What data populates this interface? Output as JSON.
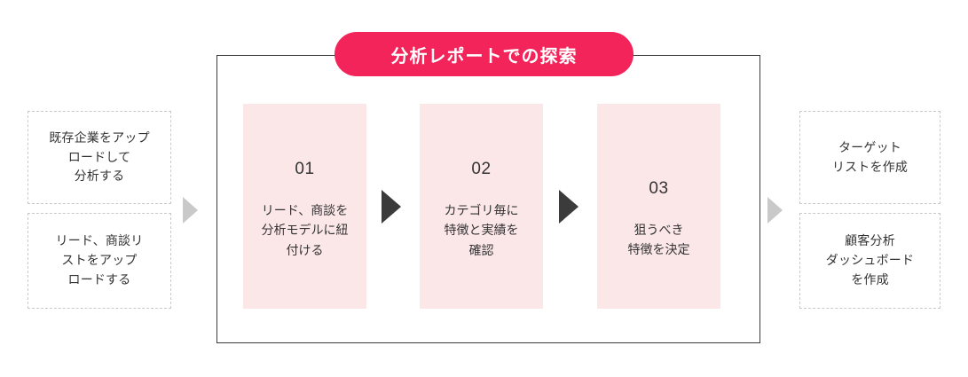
{
  "title_pill": {
    "label": "分析レポートでの探索",
    "bg_color": "#F2245A",
    "text_color": "#FFFFFF"
  },
  "inputs": [
    {
      "text": "既存企業をアップ\nロードして\n分析する"
    },
    {
      "text": "リード、商談リ\nストをアップ\nロードする"
    }
  ],
  "steps": [
    {
      "number": "01",
      "text": "リード、商談を\n分析モデルに紐\n付ける"
    },
    {
      "number": "02",
      "text": "カテゴリ毎に\n特徴と実績を\n確認"
    },
    {
      "number": "03",
      "text": "狙うべき\n特徴を決定"
    }
  ],
  "outputs": [
    {
      "text": "ターゲット\nリストを作成"
    },
    {
      "text": "顧客分析\nダッシュボード\nを作成"
    }
  ],
  "colors": {
    "step_card_bg": "#FCE7E8",
    "frame_border": "#3B3B3B",
    "dashed_border": "#C9C9C9",
    "arrow_gray": "#C9C9C9",
    "arrow_dark": "#3B3B3B",
    "text": "#333333"
  },
  "icons": {
    "arrow_in": "triangle-right-icon",
    "arrow_out": "triangle-right-icon",
    "arrow_step_1_2": "triangle-right-icon",
    "arrow_step_2_3": "triangle-right-icon"
  }
}
